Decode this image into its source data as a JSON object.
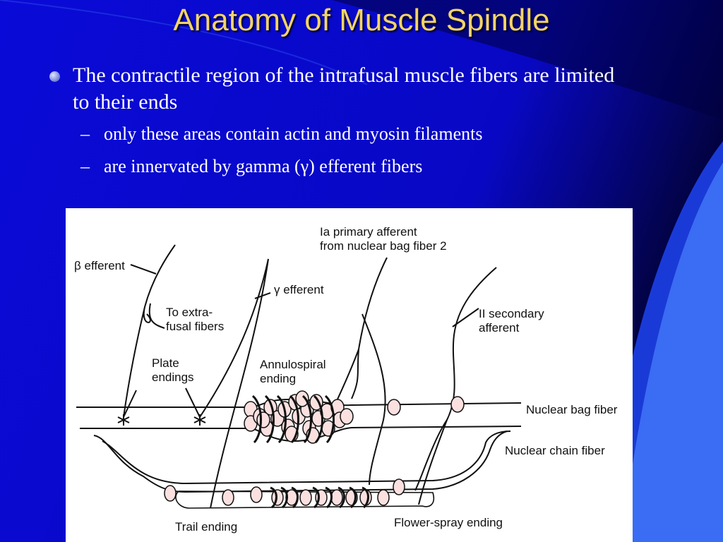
{
  "colors": {
    "background": "#0a0ad8",
    "title": "#f2d469",
    "text": "#ffffff",
    "accent_shape": "#3a6cf4"
  },
  "slide": {
    "title": "Anatomy of Muscle Spindle",
    "bullet": "The contractile region of the intrafusal muscle fibers are limited to their ends",
    "sub_bullets": [
      {
        "dash": "–",
        "text": "only these areas contain actin and myosin filaments"
      },
      {
        "dash": "–",
        "text": "are innervated by gamma (γ) efferent fibers"
      }
    ]
  },
  "diagram": {
    "labels": {
      "beta_efferent": "β efferent",
      "to_extrafusal": "To extra-\nfusal fibers",
      "gamma_efferent": "γ efferent",
      "ia_afferent": "Ia primary afferent\nfrom nuclear bag fiber 2",
      "ii_afferent": "II secondary\nafferent",
      "plate_endings": "Plate\nendings",
      "annulospiral": "Annulospiral\nending",
      "nuclear_bag": "Nuclear bag fiber",
      "nuclear_chain": "Nuclear chain fiber",
      "trail_ending": "Trail ending",
      "flower_spray": "Flower-spray ending"
    }
  }
}
